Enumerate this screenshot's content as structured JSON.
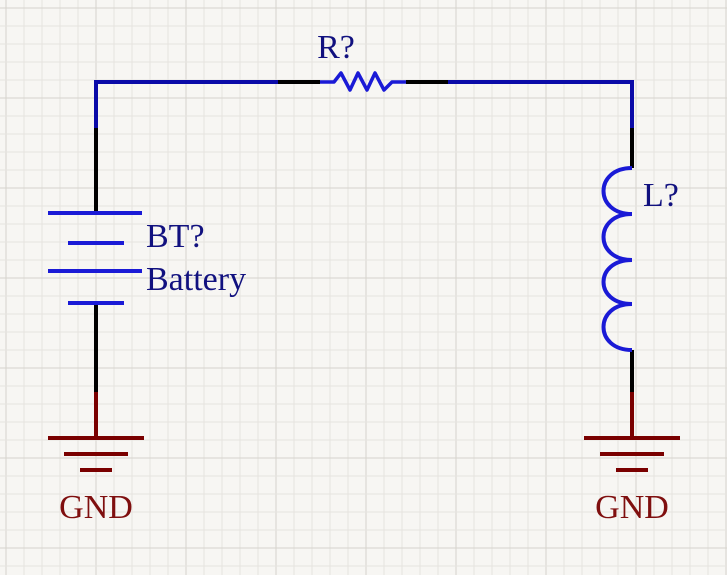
{
  "schematic": {
    "resistor": {
      "designator": "R?"
    },
    "battery": {
      "designator": "BT?",
      "comment": "Battery"
    },
    "inductor": {
      "designator": "L?"
    },
    "ground_left": {
      "net_label": "GND"
    },
    "ground_right": {
      "net_label": "GND"
    }
  },
  "colors": {
    "wire": "#0a0aa8",
    "pin": "#000000",
    "component": "#1a1ad6",
    "power": "#7a0000",
    "label_blue": "#11117f",
    "label_red": "#7f0f0f",
    "grid_minor": "#e6e4df",
    "grid_major": "#d6d3cd",
    "background": "#f7f6f3"
  }
}
